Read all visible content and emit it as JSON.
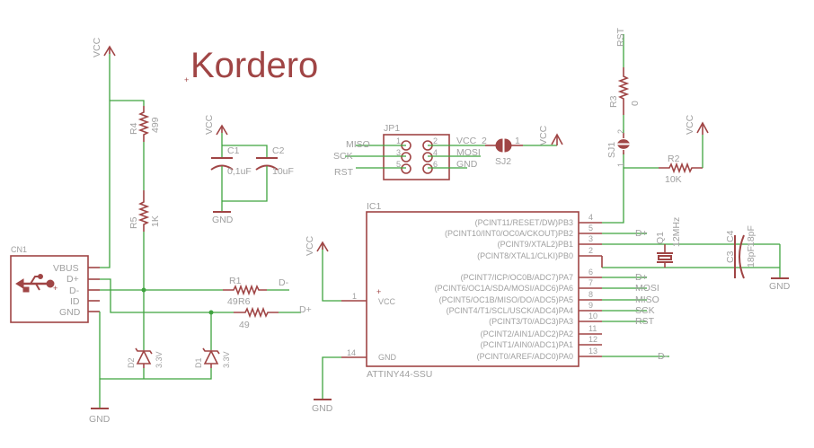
{
  "title": "Kordero",
  "colors": {
    "wire": "#3fa33f",
    "part": "#a04545",
    "text": "#a0a0a0"
  },
  "supply": {
    "vcc": "VCC",
    "gnd": "GND"
  },
  "cn1": {
    "name": "CN1",
    "pins": [
      "VBUS",
      "D+",
      "D-",
      "ID",
      "GND"
    ]
  },
  "r4": {
    "name": "R4",
    "value": "499"
  },
  "r5": {
    "name": "R5",
    "value": "1K"
  },
  "r1": {
    "name": "R1",
    "value": "49",
    "net": "D-"
  },
  "r6": {
    "name": "R6",
    "value": "49",
    "net": "D+"
  },
  "d2": {
    "name": "D2",
    "value": "3.3V"
  },
  "d1": {
    "name": "D1",
    "value": "3.3V"
  },
  "c1": {
    "name": "C1",
    "value": "0,1uF"
  },
  "c2": {
    "name": "C2",
    "value": "10uF"
  },
  "jp1": {
    "name": "JP1",
    "pins": [
      "1",
      "2",
      "3",
      "4",
      "5",
      "6"
    ],
    "nets_left": [
      "MISO",
      "SCK",
      "RST"
    ],
    "nets_right": [
      "VCC",
      "MOSI",
      "GND"
    ]
  },
  "sj2": {
    "name": "SJ2",
    "pin1": "1",
    "pin2": "2"
  },
  "ic1": {
    "name": "IC1",
    "part": "ATTINY44-SSU",
    "vcc_label": "VCC",
    "gnd_label": "GND",
    "vcc_pin": "1",
    "gnd_pin": "14",
    "pins": [
      {
        "num": "4",
        "label": "(PCINT11/RESET/DW)PB3",
        "net": ""
      },
      {
        "num": "5",
        "label": "(PCINT10/INT0/OC0A/CKOUT)PB2",
        "net": "D+"
      },
      {
        "num": "3",
        "label": "(PCINT9/XTAL2)PB1",
        "net": ""
      },
      {
        "num": "2",
        "label": "(PCINT8/XTAL1/CLKI)PB0",
        "net": ""
      },
      {
        "num": "6",
        "label": "(PCINT7/ICP/OC0B/ADC7)PA7",
        "net": "D+"
      },
      {
        "num": "7",
        "label": "(PCINT6/OC1A/SDA/MOSI/ADC6)PA6",
        "net": "MOSI"
      },
      {
        "num": "8",
        "label": "(PCINT5/OC1B/MISO/DO/ADC5)PA5",
        "net": "MISO"
      },
      {
        "num": "9",
        "label": "(PCINT4/T1/SCL/USCK/ADC4)PA4",
        "net": "SCK"
      },
      {
        "num": "10",
        "label": "(PCINT3/T0/ADC3)PA3",
        "net": "RST"
      },
      {
        "num": "11",
        "label": "(PCINT2/AIN1/ADC2)PA2",
        "net": ""
      },
      {
        "num": "12",
        "label": "(PCINT1/AIN0/ADC1)PA1",
        "net": ""
      },
      {
        "num": "13",
        "label": "(PCINT0/AREF/ADC0)PA0",
        "net": "D-"
      }
    ]
  },
  "r3": {
    "name": "R3",
    "value": "0",
    "net": "RST"
  },
  "sj1": {
    "name": "SJ1",
    "pin1": "1",
    "pin2": "2"
  },
  "r2": {
    "name": "R2",
    "value": "10K"
  },
  "q1": {
    "name": "Q1",
    "value": "12MHz"
  },
  "c3": {
    "name": "C3",
    "value": "18pF"
  },
  "c4": {
    "name": "C4",
    "value": "18pF"
  }
}
